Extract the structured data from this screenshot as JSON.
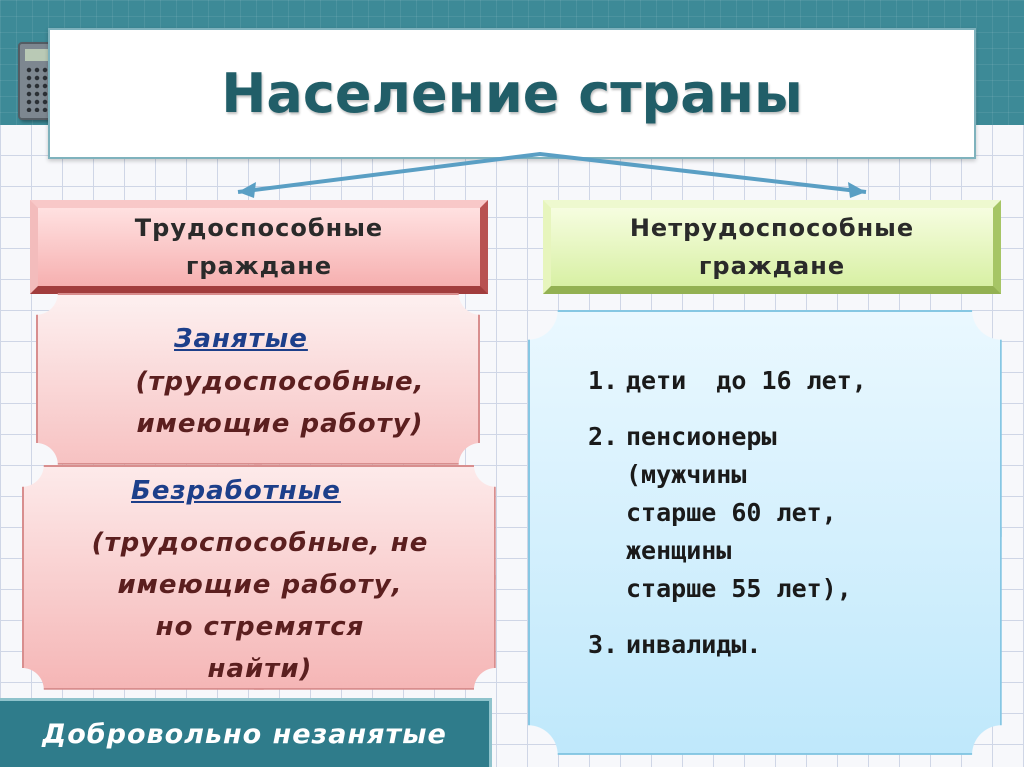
{
  "title": "Население страны",
  "categories": {
    "able": {
      "label_lines": [
        "Трудоспособные",
        "граждане"
      ]
    },
    "unable": {
      "label_lines": [
        "Нетрудоспособные",
        "граждане"
      ]
    }
  },
  "employed": {
    "heading": "Занятые",
    "desc_lines": [
      "(трудоспособные,",
      "имеющие работу)"
    ]
  },
  "unemployed": {
    "heading": "Безработные",
    "desc_lines": [
      "(трудоспособные, не",
      "имеющие работу,",
      "но стремятся",
      "найти)"
    ]
  },
  "unable_list": [
    {
      "num": "1.",
      "lines": [
        "дети  до 16 лет,"
      ]
    },
    {
      "num": "2.",
      "lines": [
        "пенсионеры",
        "(мужчины",
        "старше 60 лет,",
        "женщины",
        "старше 55 лет),"
      ]
    },
    {
      "num": "3.",
      "lines": [
        "инвалиды."
      ]
    }
  ],
  "footer": "Добровольно незанятые",
  "colors": {
    "band": "#3d8a97",
    "title_text": "#215e68",
    "able_box": "#f6b0b0",
    "unable_box": "#d8f0a4",
    "list_box": "#bfe8fb",
    "arrow": "#5a9fc4"
  }
}
